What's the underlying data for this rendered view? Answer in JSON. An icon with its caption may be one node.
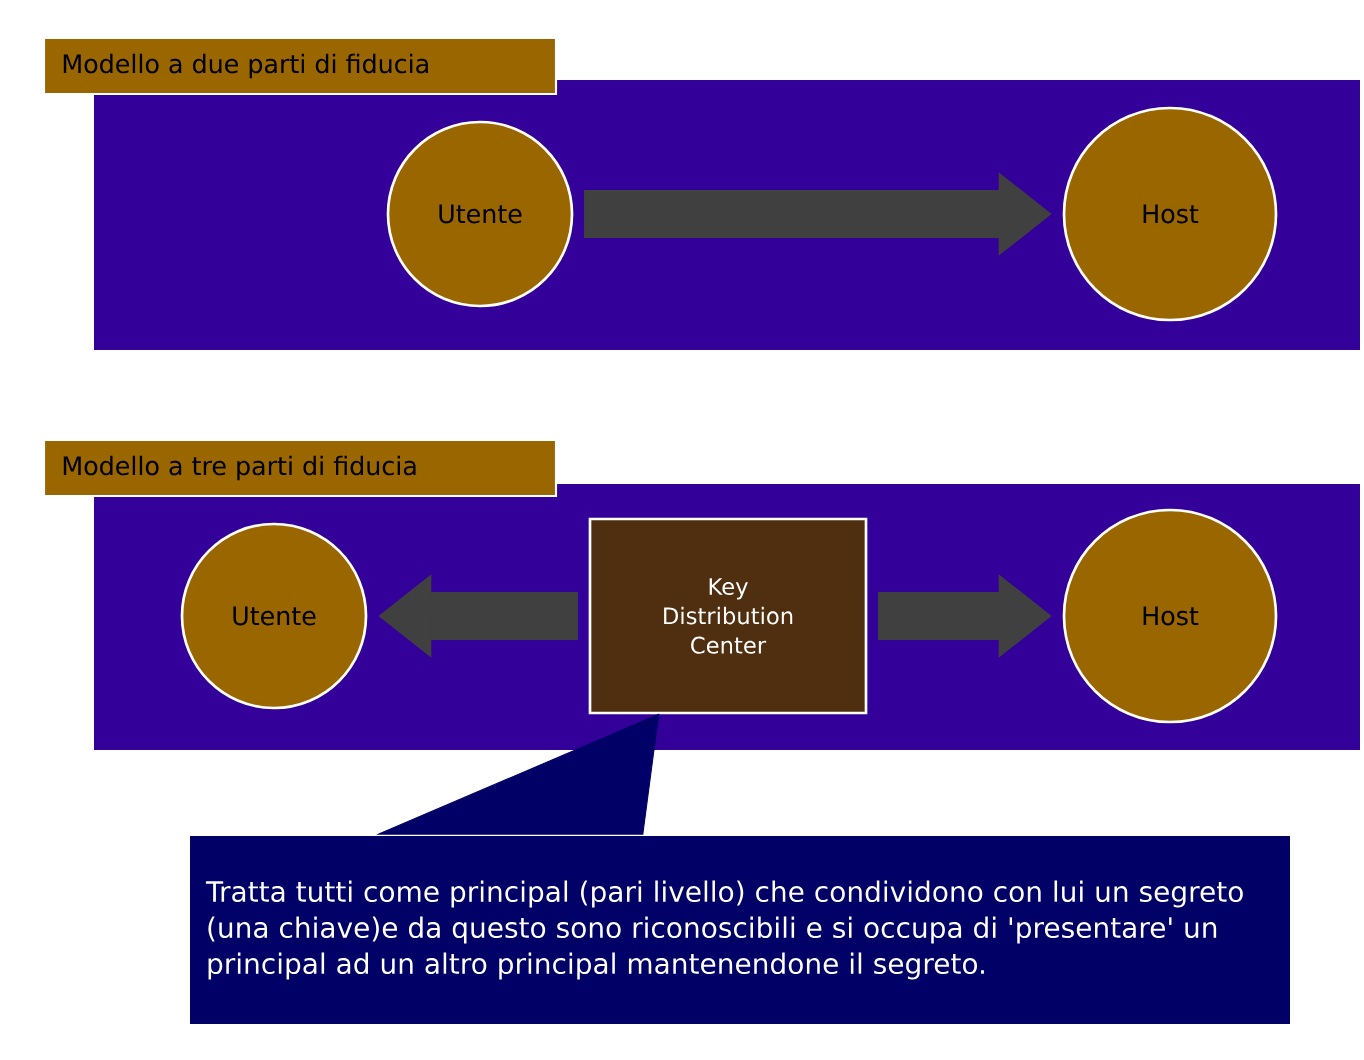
{
  "diagram": {
    "nodes": [
      {
        "text": [
          "Modello a due parti di fiducia"
        ]
      },
      {
        "text": [],
        "shape": "box"
      },
      {
        "text": [
          "Utente"
        ],
        "in": 1
      },
      {
        "text": [
          "Host"
        ],
        "in": 1
      },
      {
        "text": [
          "Modello a tre parti di fiducia"
        ]
      },
      {
        "text": [],
        "shape": "box"
      },
      {
        "text": [
          "Utente"
        ],
        "in": 5
      },
      {
        "text": [
          "Key Distribution Center"
        ],
        "in": 5
      },
      {
        "text": [
          "Host"
        ],
        "in": 5
      },
      {
        "text": [
          "Tratta tutti come principal (pari livello) che condividono con lui un segreto (una chiave)e da questo sono riconoscibili e si occupa di 'presentare' un principal ad un altro principal mantenendone il segreto."
        ]
      }
    ],
    "edges": [
      {
        "from": 2,
        "to": 3,
        "arrow": "to"
      },
      {
        "from": 7,
        "to": 6,
        "arrow": "to"
      },
      {
        "from": 7,
        "to": 8,
        "arrow": "to"
      },
      {
        "from": 9,
        "to": 7,
        "arrow": "none",
        "color": "#000066"
      }
    ]
  }
}
